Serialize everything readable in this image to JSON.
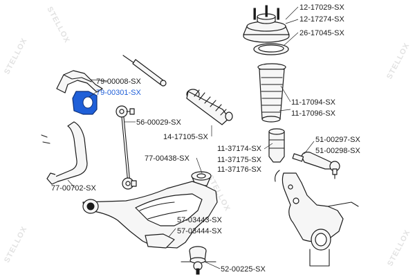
{
  "watermark": "STELLOX",
  "labels": {
    "p12_17029": "12-17029-SX",
    "p12_17274": "12-17274-SX",
    "p26_17045": "26-17045-SX",
    "p11_17094": "11-17094-SX",
    "p11_17096": "11-17096-SX",
    "p79_00008": "79-00008-SX",
    "p79_00301": "79-00301-SX",
    "p56_00029": "56-00029-SX",
    "p14_17105": "14-17105-SX",
    "p11_37174": "11-37174-SX",
    "p11_37175": "11-37175-SX",
    "p11_37176": "11-37176-SX",
    "p51_00297": "51-00297-SX",
    "p51_00298": "51-00298-SX",
    "p77_00438": "77-00438-SX",
    "p77_00702": "77-00702-SX",
    "p57_03443": "57-03443-SX",
    "p57_03444": "57-03444-SX",
    "p52_00225": "52-00225-SX"
  },
  "colors": {
    "highlight": "#1f5fd8",
    "line": "#1a1a1a",
    "watermark": "#e2e2e2"
  }
}
